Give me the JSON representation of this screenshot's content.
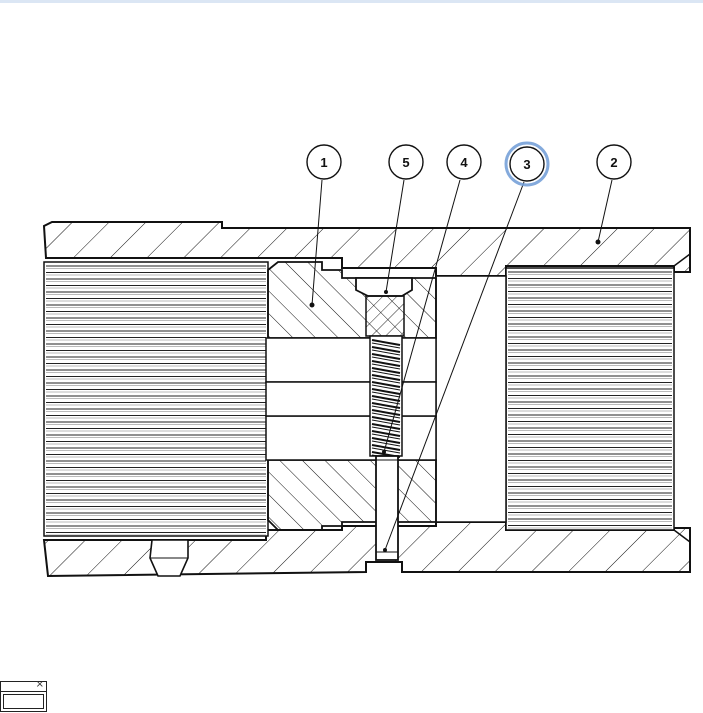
{
  "callouts": [
    {
      "id": "1",
      "label": "1",
      "highlighted": false
    },
    {
      "id": "5",
      "label": "5",
      "highlighted": false
    },
    {
      "id": "4",
      "label": "4",
      "highlighted": false
    },
    {
      "id": "3",
      "label": "3",
      "highlighted": true
    },
    {
      "id": "2",
      "label": "2",
      "highlighted": false
    }
  ],
  "colors": {
    "line": "#111111",
    "highlight": "#6e9bd6",
    "background": "#ffffff",
    "window_strip": "#dbe6f4"
  },
  "mini_window": {
    "close_glyph": "×"
  }
}
